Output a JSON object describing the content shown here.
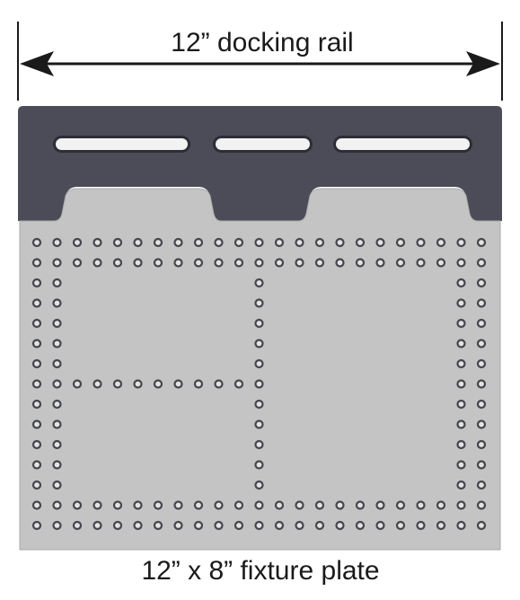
{
  "labels": {
    "top": "12” docking rail",
    "bottom": "12” x 8” fixture plate"
  },
  "colors": {
    "rail": "#4b4c57",
    "plate": "#c3c4c3",
    "plate_edge": "#a9aaa9",
    "hole_ring": "#45464d",
    "hole_center": "#e2e3e2",
    "slot": "#f2f2f2",
    "line": "#1a1a1a"
  },
  "plate": {
    "hole_columns": 23,
    "hole_rows": 15
  }
}
